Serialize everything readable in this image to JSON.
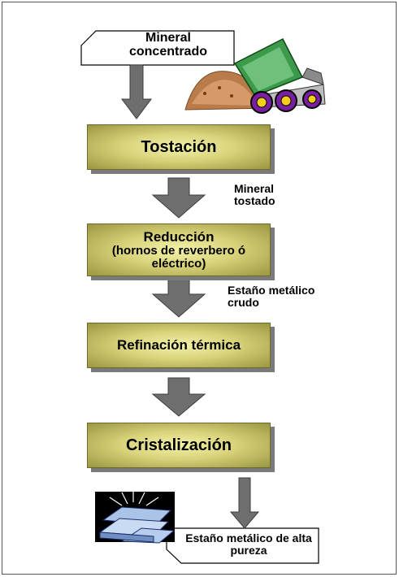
{
  "input_label": "Mineral concentrado",
  "stages": [
    {
      "title": "Tostación"
    },
    {
      "title": "Reducción",
      "subtitle": "(hornos de reverbero ó eléctrico)"
    },
    {
      "title": "Refinación térmica"
    },
    {
      "title": "Cristalización"
    }
  ],
  "intermediates": {
    "after_stage1": "Mineral tostado",
    "after_stage2": "Estaño metálico crudo"
  },
  "output_label": "Estaño metálico de alta pureza",
  "colors": {
    "stage_fill": "#d8d27a",
    "arrow_fill": "#6e6e6e",
    "shadow": "#7a7a7a"
  },
  "icons": [
    "dump-truck-icon",
    "tin-ingots-icon"
  ]
}
